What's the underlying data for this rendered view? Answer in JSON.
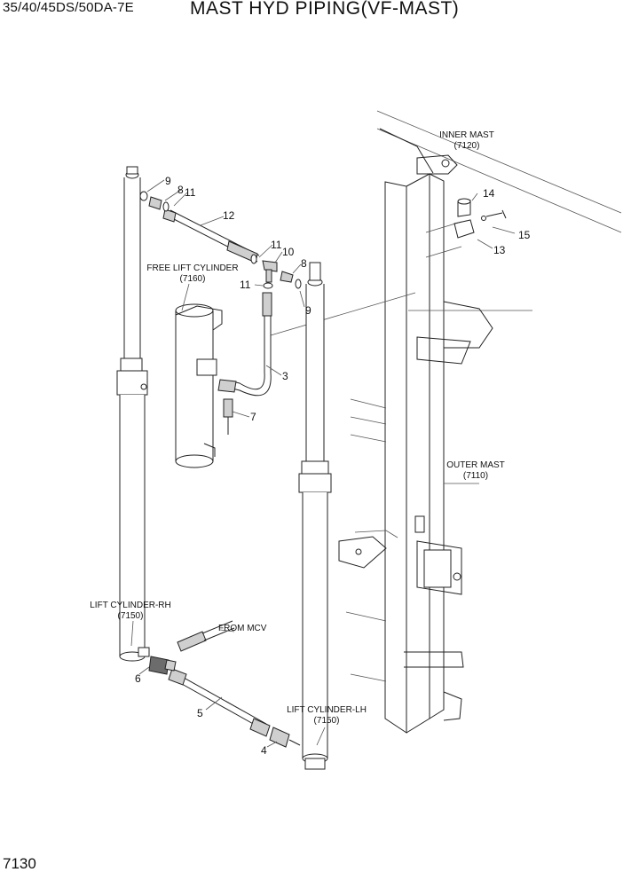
{
  "header": {
    "model": "35/40/45DS/50DA-7E",
    "title": "MAST HYD PIPING(VF-MAST)"
  },
  "footer": {
    "page_code": "7130"
  },
  "labels": {
    "inner_mast": {
      "name": "INNER MAST",
      "code": "(7120)"
    },
    "free_lift_cylinder": {
      "name": "FREE LIFT CYLINDER",
      "code": "(7160)"
    },
    "outer_mast": {
      "name": "OUTER MAST",
      "code": "(7110)"
    },
    "lift_cylinder_rh": {
      "name": "LIFT CYLINDER-RH",
      "code": "(7150)"
    },
    "lift_cylinder_lh": {
      "name": "LIFT CYLINDER-LH",
      "code": "(7150)"
    },
    "from_mcv": "FROM MCV"
  },
  "callouts": {
    "c9a": "9",
    "c8a": "8",
    "c11a": "11",
    "c12": "12",
    "c11b": "11",
    "c10": "10",
    "c8b": "8",
    "c11c": "11",
    "c9b": "9",
    "c3": "3",
    "c7": "7",
    "c14": "14",
    "c15": "15",
    "c13": "13",
    "c6": "6",
    "c5": "5",
    "c4": "4"
  }
}
